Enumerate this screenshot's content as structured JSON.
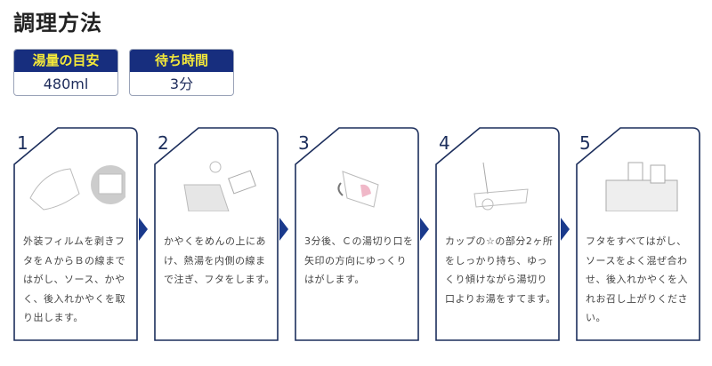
{
  "title": "調理方法",
  "info": [
    {
      "label": "湯量の目安",
      "value": "480ml"
    },
    {
      "label": "待ち時間",
      "value": "3分"
    }
  ],
  "steps": [
    {
      "number": "1",
      "text": "外装フィルムを剥きフタをＡからＢの線まではがし、ソース、かやく、後入れかやくを取り出します。",
      "icon": "peel-lid-illustration"
    },
    {
      "number": "2",
      "text": "かやくをめんの上にあけ、熱湯を内側の線まで注ぎ、フタをします。",
      "icon": "pour-water-illustration"
    },
    {
      "number": "3",
      "text": "3分後、Ｃの湯切り口を矢印の方向にゆっくりはがします。",
      "icon": "open-drain-illustration"
    },
    {
      "number": "4",
      "text": "カップの☆の部分2ヶ所をしっかり持ち、ゆっくり傾けながら湯切り口よりお湯をすてます。",
      "icon": "drain-water-illustration"
    },
    {
      "number": "5",
      "text": "フタをすべてはがし、ソースをよく混ぜ合わせ、後入れかやくを入れお召し上がりください。",
      "icon": "mix-sauce-illustration"
    }
  ],
  "colors": {
    "navy": "#172e7e",
    "yellow": "#f4e93a",
    "border": "#1c2e5c"
  }
}
